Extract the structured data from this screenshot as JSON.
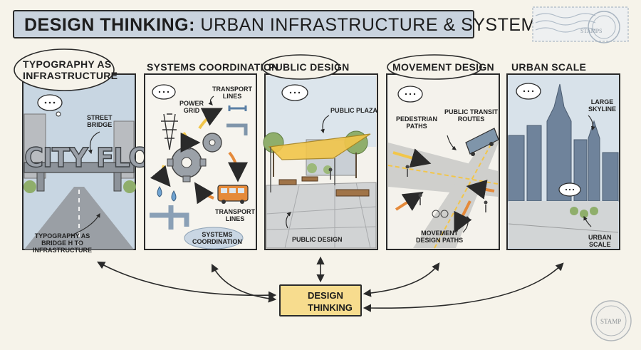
{
  "title": {
    "bold": "DESIGN THINKING:",
    "rest": " URBAN INFRASTRUCTURE & SYSTEMS"
  },
  "stamps": {
    "top": "STAMPS",
    "bottom": "STAMP"
  },
  "panels": [
    {
      "label_line1": "TYPOGRAPHY AS",
      "label_line2": "INFRASTRUCTURE",
      "sign_text": "CITY FLOW",
      "notes": {
        "street": "STREET",
        "bridge": "BRIDGE",
        "bottom1": "TYPOGRAPHY AS",
        "bottom2": "BRIDGE H TO",
        "bottom3": "INFRASTRUCTURE"
      }
    },
    {
      "label": "SYSTEMS COORDINATION",
      "notes": {
        "power1": "POWER",
        "power2": "GRID",
        "transport_top1": "TRANSPORT",
        "transport_top2": "LINES",
        "transport_bot1": "TRANSPORT",
        "transport_bot2": "LINES",
        "coord1": "SYSTEMS",
        "coord2": "COORDINATION"
      }
    },
    {
      "label": "PUBLIC DESIGN",
      "notes": {
        "plaza": "PUBLIC PLAZA",
        "bottom": "PUBLIC DESIGN"
      }
    },
    {
      "label": "MOVEMENT DESIGN",
      "notes": {
        "ped1": "PEDESTRIAN",
        "ped2": "PATHS",
        "transit1": "PUBLIC TRANSIT",
        "transit2": "ROUTES",
        "move1": "MOVEMENT",
        "move2": "DESIGN PATHS"
      }
    },
    {
      "label": "URBAN SCALE",
      "notes": {
        "sky1": "LARGE",
        "sky2": "SKYLINE",
        "scale1": "URBAN",
        "scale2": "SCALE"
      }
    }
  ],
  "center": {
    "line1": "DESIGN",
    "line2": "THINKING"
  },
  "colors": {
    "sky": "#c8d6e2",
    "accent_yellow": "#f2c64a",
    "accent_orange": "#e58a3a",
    "title_bg": "#c9d3de",
    "center_bg": "#f7dc8e",
    "skyline": "#6f839b"
  }
}
